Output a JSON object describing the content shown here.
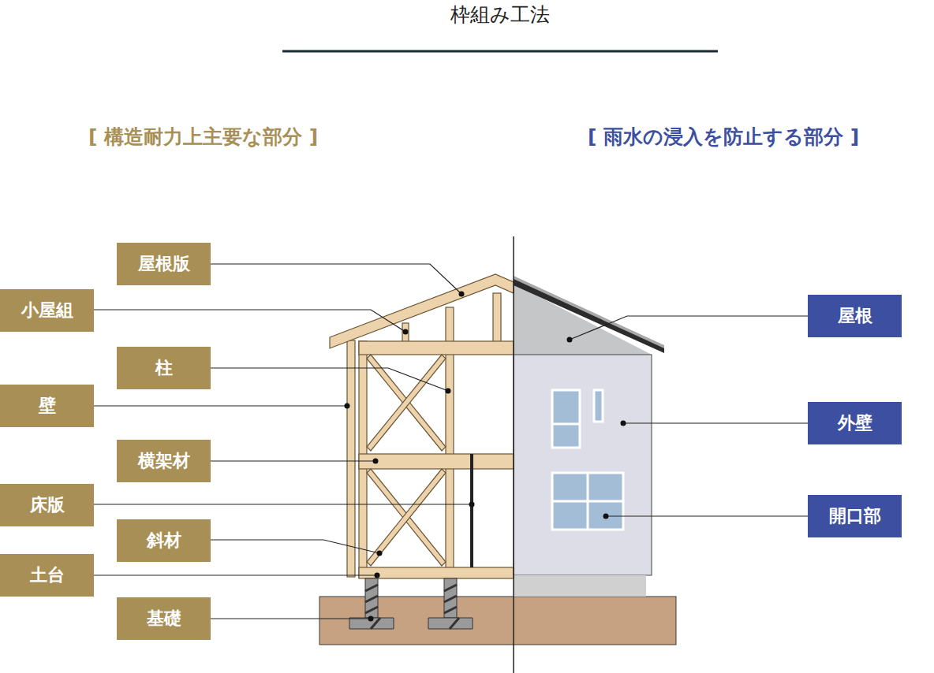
{
  "diagram": {
    "title": "枠組み工法",
    "nodes": [
      {
        "text": [
          "屋根版"
        ]
      },
      {
        "text": [
          "小屋組"
        ]
      },
      {
        "text": [
          "柱"
        ]
      },
      {
        "text": [
          "壁"
        ]
      },
      {
        "text": [
          "横架材"
        ]
      },
      {
        "text": [
          "床版"
        ]
      },
      {
        "text": [
          "斜材"
        ]
      },
      {
        "text": [
          "土台"
        ]
      },
      {
        "text": [
          "基礎"
        ]
      },
      {
        "text": [
          "屋根"
        ]
      },
      {
        "text": [
          "外壁"
        ]
      },
      {
        "text": [
          "開口部"
        ]
      }
    ],
    "labels": [
      "[ 構造耐力上主要な部分 ]",
      "[ 雨水の浸入を防止する部分 ]"
    ]
  }
}
